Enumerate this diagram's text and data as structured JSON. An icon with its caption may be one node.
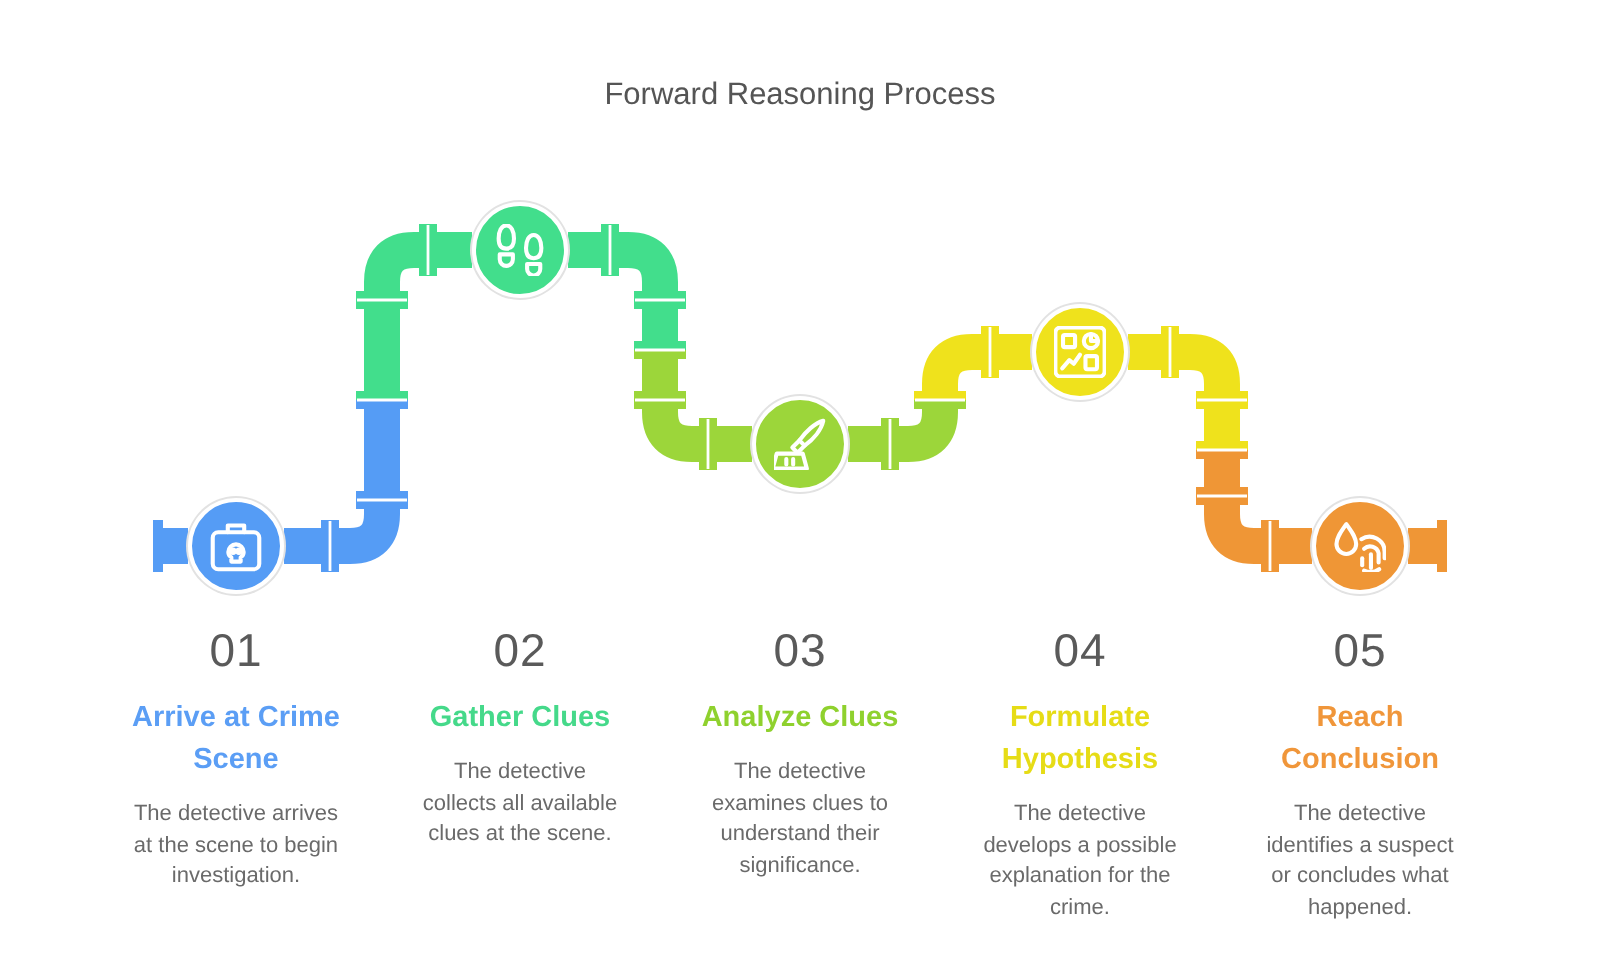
{
  "diagram": {
    "title": "Forward Reasoning Process",
    "nodes": [
      {
        "text": [],
        "shape": "circle",
        "beside": [
          "01",
          "Arrive at Crime Scene",
          "The detective arrives at the scene to begin investigation."
        ]
      },
      {
        "text": [],
        "shape": "circle",
        "beside": [
          "02",
          "Gather Clues",
          "The detective collects all available clues at the scene."
        ]
      },
      {
        "text": [],
        "shape": "circle",
        "beside": [
          "03",
          "Analyze Clues",
          "The detective examines clues to understand their significance."
        ]
      },
      {
        "text": [],
        "shape": "circle",
        "beside": [
          "04",
          "Formulate Hypothesis",
          "The detective develops a possible explanation for the crime."
        ]
      },
      {
        "text": [],
        "shape": "circle",
        "beside": [
          "05",
          "Reach Conclusion",
          "The detective identifies a suspect or concludes what happened."
        ]
      }
    ],
    "edges": [
      {
        "from": null,
        "to": 0,
        "arrow": "none",
        "color": "#559cf5"
      },
      {
        "from": 0,
        "to": 1,
        "arrow": "none"
      },
      {
        "from": 1,
        "to": 2,
        "arrow": "none"
      },
      {
        "from": 2,
        "to": 3,
        "arrow": "none"
      },
      {
        "from": 3,
        "to": 4,
        "arrow": "none"
      },
      {
        "from": 4,
        "to": null,
        "arrow": "none",
        "color": "#ef9636"
      }
    ]
  }
}
